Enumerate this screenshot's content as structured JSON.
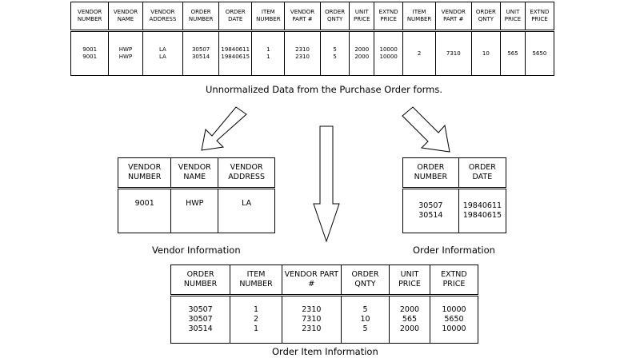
{
  "unnormalized": {
    "caption": "Unnormalized Data from the Purchase Order forms.",
    "headers": [
      "VENDOR\nNUMBER",
      "VENDOR\nNAME",
      "VENDOR\nADDRESS",
      "ORDER\nNUMBER",
      "ORDER\nDATE",
      "ITEM\nNUMBER",
      "VENDOR\nPART #",
      "ORDER\nQNTY",
      "UNIT\nPRICE",
      "EXTND\nPRICE",
      "ITEM\nNUMBER",
      "VENDOR\nPART #",
      "ORDER\nQNTY",
      "UNIT\nPRICE",
      "EXTND\nPRICE"
    ],
    "cells": [
      "9001\n9001",
      "HWP\nHWP",
      "LA\nLA",
      "30507\n30514",
      "19840611\n19840615",
      "1\n1",
      "2310\n2310",
      "5\n5",
      "2000\n2000",
      "10000\n10000",
      "2",
      "7310",
      "10",
      "565",
      "5650"
    ]
  },
  "vendor_table": {
    "caption": "Vendor Information",
    "headers": [
      "VENDOR\nNUMBER",
      "VENDOR\nNAME",
      "VENDOR\nADDRESS"
    ],
    "cells": [
      "9001",
      "HWP",
      "LA"
    ]
  },
  "order_table": {
    "caption": "Order Information",
    "headers": [
      "ORDER\nNUMBER",
      "ORDER\nDATE"
    ],
    "cells": [
      "30507\n30514",
      "19840611\n19840615"
    ]
  },
  "item_table": {
    "caption": "Order Item Information",
    "headers": [
      "ORDER\nNUMBER",
      "ITEM\nNUMBER",
      "VENDOR\nPART #",
      "ORDER\nQNTY",
      "UNIT\nPRICE",
      "EXTND\nPRICE"
    ],
    "cells": [
      "30507\n30507\n30514",
      "1\n2\n1",
      "2310\n7310\n2310",
      "5\n10\n5",
      "2000\n565\n2000",
      "10000\n5650\n10000"
    ]
  }
}
